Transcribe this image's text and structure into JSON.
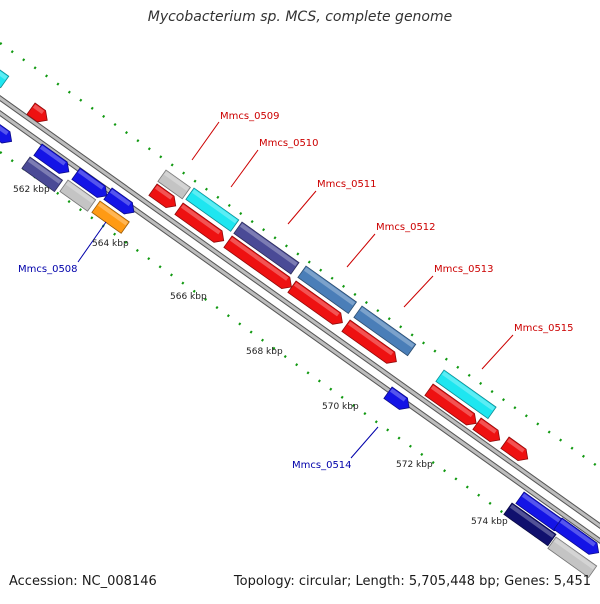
{
  "title": "Mycobacterium sp. MCS, complete genome",
  "accession": "Accession: NC_008146",
  "summary": "Topology: circular; Length: 5,705,448 bp; Genes: 5,451",
  "ticks": [
    "562 kbp",
    "564 kbp",
    "566 kbp",
    "568 kbp",
    "570 kbp",
    "572 kbp",
    "574 kbp"
  ],
  "labels_forward": [
    "Mmcs_0509",
    "Mmcs_0510",
    "Mmcs_0511",
    "Mmcs_0512",
    "Mmcs_0513",
    "Mmcs_0515"
  ],
  "labels_reverse": [
    "Mmcs_0508",
    "Mmcs_0514"
  ],
  "colors": {
    "red": "#ee1111",
    "blue": "#1414e6",
    "cyan": "#1ee6f0",
    "slate": "#4a4a96",
    "steel": "#4a7eb8",
    "gray": "#c4c4c4",
    "orange": "#ff9a14",
    "navy": "#10106e",
    "label_forward": "#cc0000",
    "label_reverse": "#0000aa",
    "tick": "#119911"
  }
}
